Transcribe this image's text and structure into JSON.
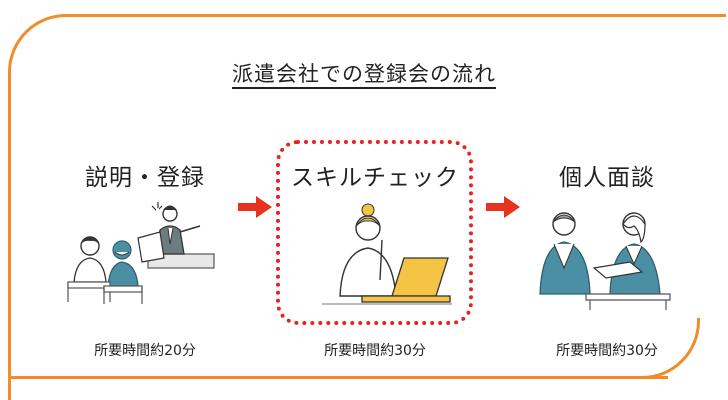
{
  "title": "派遣会社での登録会の流れ",
  "steps": [
    {
      "label": "説明・登録",
      "time": "所要時間約20分",
      "icon": "people-meeting-icon"
    },
    {
      "label": "スキルチェック",
      "time": "所要時間約30分",
      "icon": "woman-laptop-icon"
    },
    {
      "label": "個人面談",
      "time": "所要時間約30分",
      "icon": "interview-icon"
    }
  ],
  "colors": {
    "frame": "#f28c28",
    "highlight": "#e8231b",
    "arrow": "#e8321e",
    "accent_teal": "#4a8fa3",
    "accent_yellow": "#f6c445"
  }
}
